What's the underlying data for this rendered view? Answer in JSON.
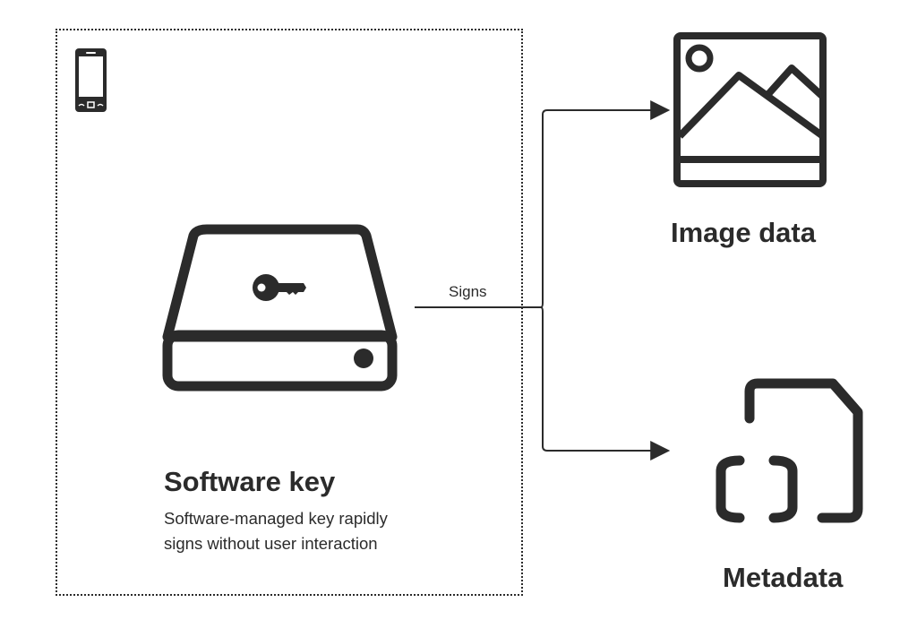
{
  "device": {
    "icon": "phone-icon"
  },
  "software_key": {
    "icon": "key-drive-icon",
    "title": "Software key",
    "description_lines": [
      "Software-managed key rapidly",
      "signs without user interaction"
    ]
  },
  "connector": {
    "label": "Signs"
  },
  "targets": {
    "image": {
      "icon": "image-icon",
      "label": "Image data"
    },
    "metadata": {
      "icon": "metadata-file-icon",
      "label": "Metadata"
    }
  },
  "colors": {
    "stroke": "#2b2b2b",
    "background": "#ffffff"
  }
}
